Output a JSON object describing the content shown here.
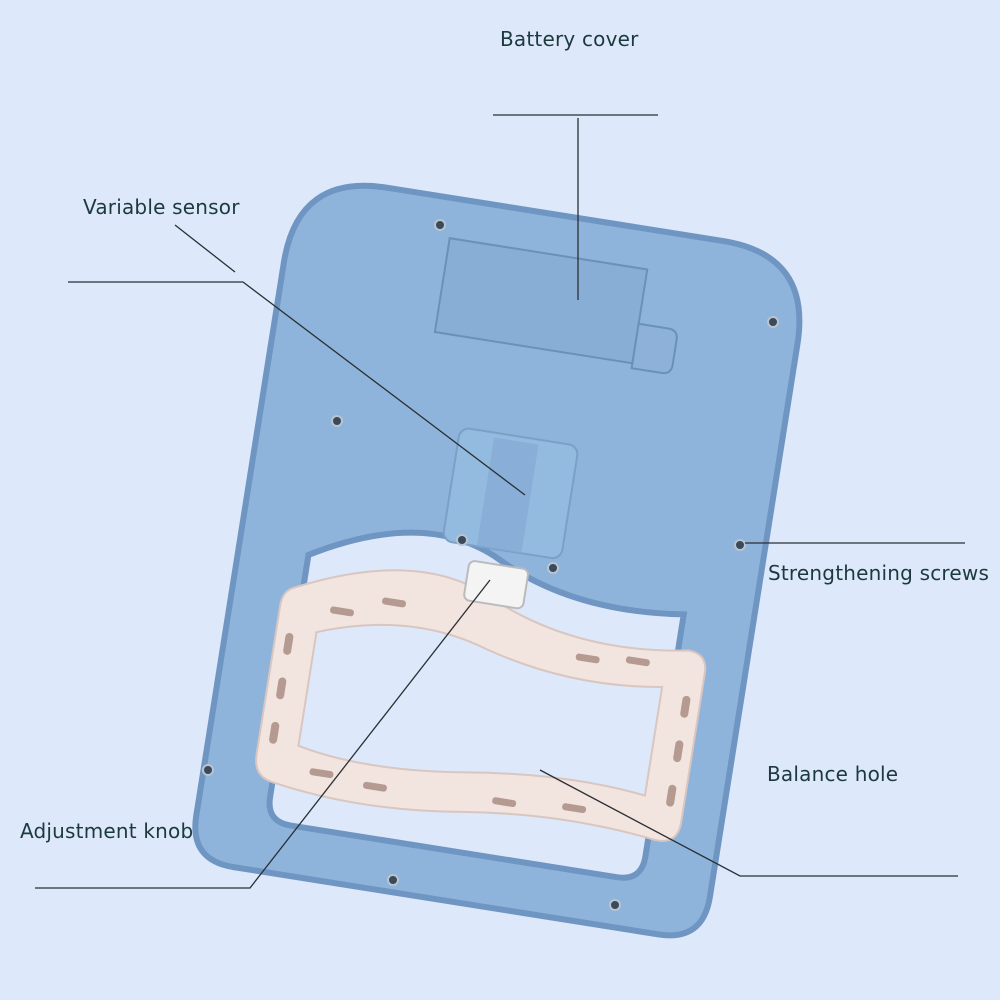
{
  "labels": {
    "battery_cover": "Battery cover",
    "variable_sensor": "Variable sensor",
    "strengthening_screws": "Strengthening screws",
    "balance_hole": "Balance hole",
    "adjustment_knob": "Adjustment knob"
  },
  "colors": {
    "background": "#dde8fa",
    "body": "#8fb4db",
    "body_edge": "#6f96c2",
    "handle": "#f2e4df",
    "text": "#1c3a3e"
  }
}
